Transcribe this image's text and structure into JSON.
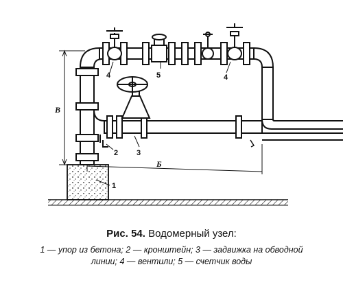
{
  "figure": {
    "labels": {
      "n1": "1",
      "n2": "2",
      "n3": "3",
      "n4_left": "4",
      "n4_right": "4",
      "n5": "5",
      "dim_height": "В",
      "dim_length": "Б"
    }
  },
  "caption": {
    "number": "Рис. 54.",
    "title": "Водомерный узел:",
    "legend_line1": "1 — упор из бетона; 2 — кронштейн; 3 — задвижка на обводной",
    "legend_line2": "линии; 4 — вентили; 5 — счетчик воды"
  }
}
